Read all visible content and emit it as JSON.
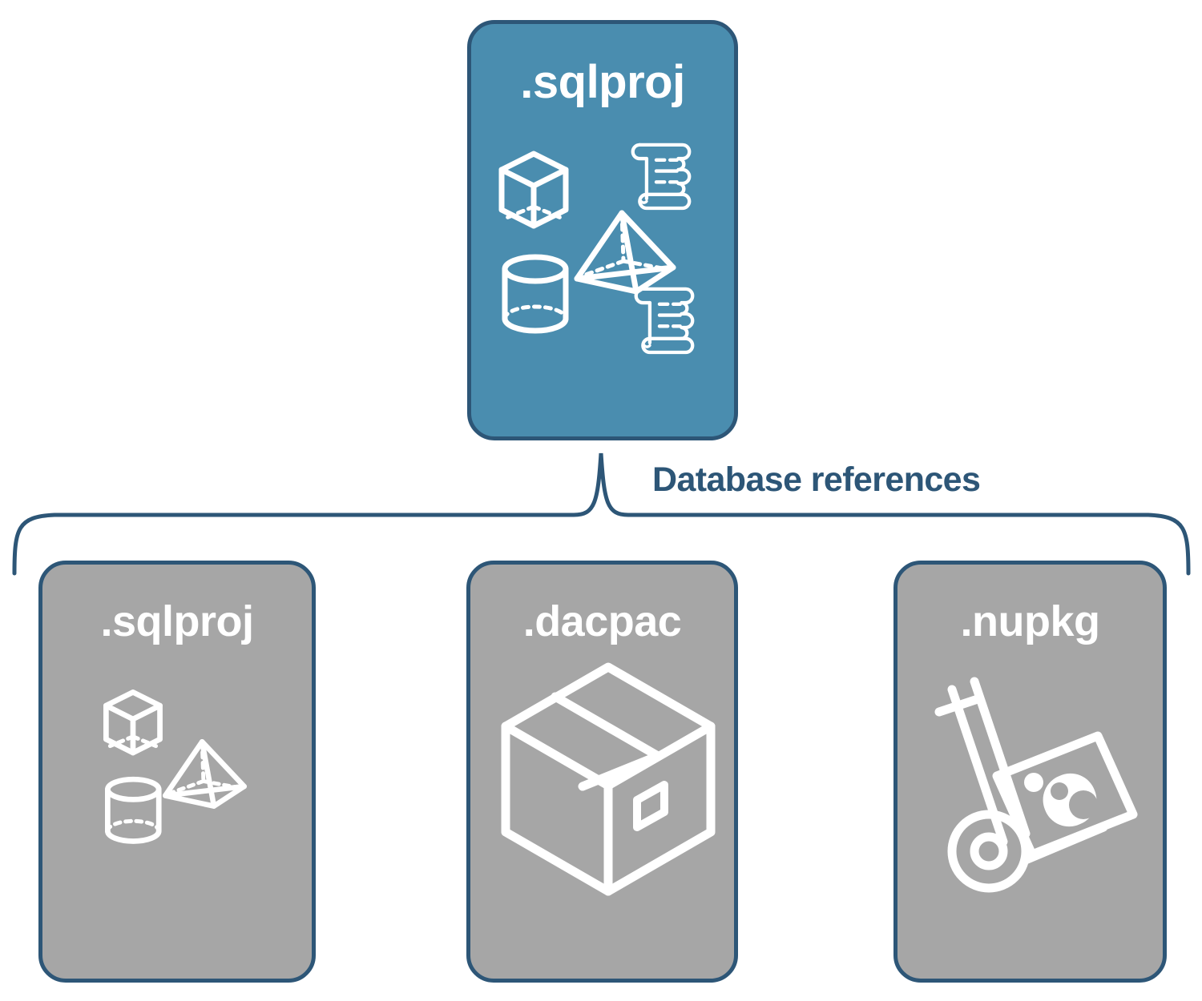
{
  "diagram": {
    "title_text": "Database references",
    "colors": {
      "source_fill": "#4A8DAF",
      "reference_fill": "#A6A6A6",
      "outline": "#2D5677",
      "icon_stroke": "#FFFFFF",
      "label_text": "#2D5677",
      "background": "#FFFFFF"
    }
  },
  "source": {
    "label": ".sqlproj",
    "icons": [
      {
        "name": "scroll-icon-top"
      },
      {
        "name": "cube-wireframe-icon"
      },
      {
        "name": "pyramid-wireframe-icon"
      },
      {
        "name": "cylinder-wireframe-icon"
      },
      {
        "name": "scroll-icon-bottom"
      }
    ]
  },
  "connector": {
    "label": "Database references",
    "type": "curly-brace"
  },
  "references": [
    {
      "label": ".sqlproj",
      "icon_name": "database-shapes-icon",
      "icons": [
        {
          "name": "cube-wireframe-icon"
        },
        {
          "name": "pyramid-wireframe-icon"
        },
        {
          "name": "cylinder-wireframe-icon"
        }
      ]
    },
    {
      "label": ".dacpac",
      "icon_name": "package-box-icon",
      "icons": [
        {
          "name": "package-box-icon"
        }
      ]
    },
    {
      "label": ".nupkg",
      "icon_name": "hand-truck-icon",
      "icons": [
        {
          "name": "hand-truck-icon"
        }
      ]
    }
  ]
}
